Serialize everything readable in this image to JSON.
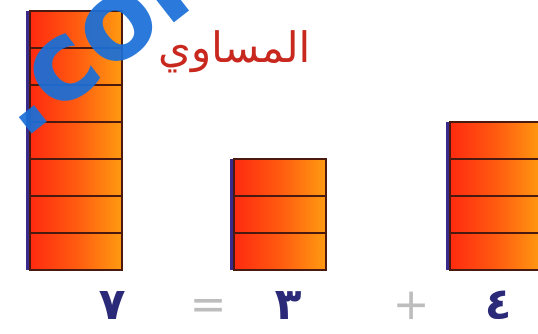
{
  "title": "المساوي",
  "equation": {
    "result": "٧",
    "equals": "=",
    "operand_b": "٣",
    "plus": "+",
    "operand_a": "٤"
  },
  "bars": [
    {
      "name": "seven",
      "blocks": 7
    },
    {
      "name": "three",
      "blocks": 3
    },
    {
      "name": "four",
      "blocks": 4
    }
  ],
  "watermark": ".com",
  "colors": {
    "block_top": "#ff3a10",
    "block_bottom": "#ff8a00",
    "block_side": "#3a2a8a",
    "block_edge": "#4a1a10"
  }
}
